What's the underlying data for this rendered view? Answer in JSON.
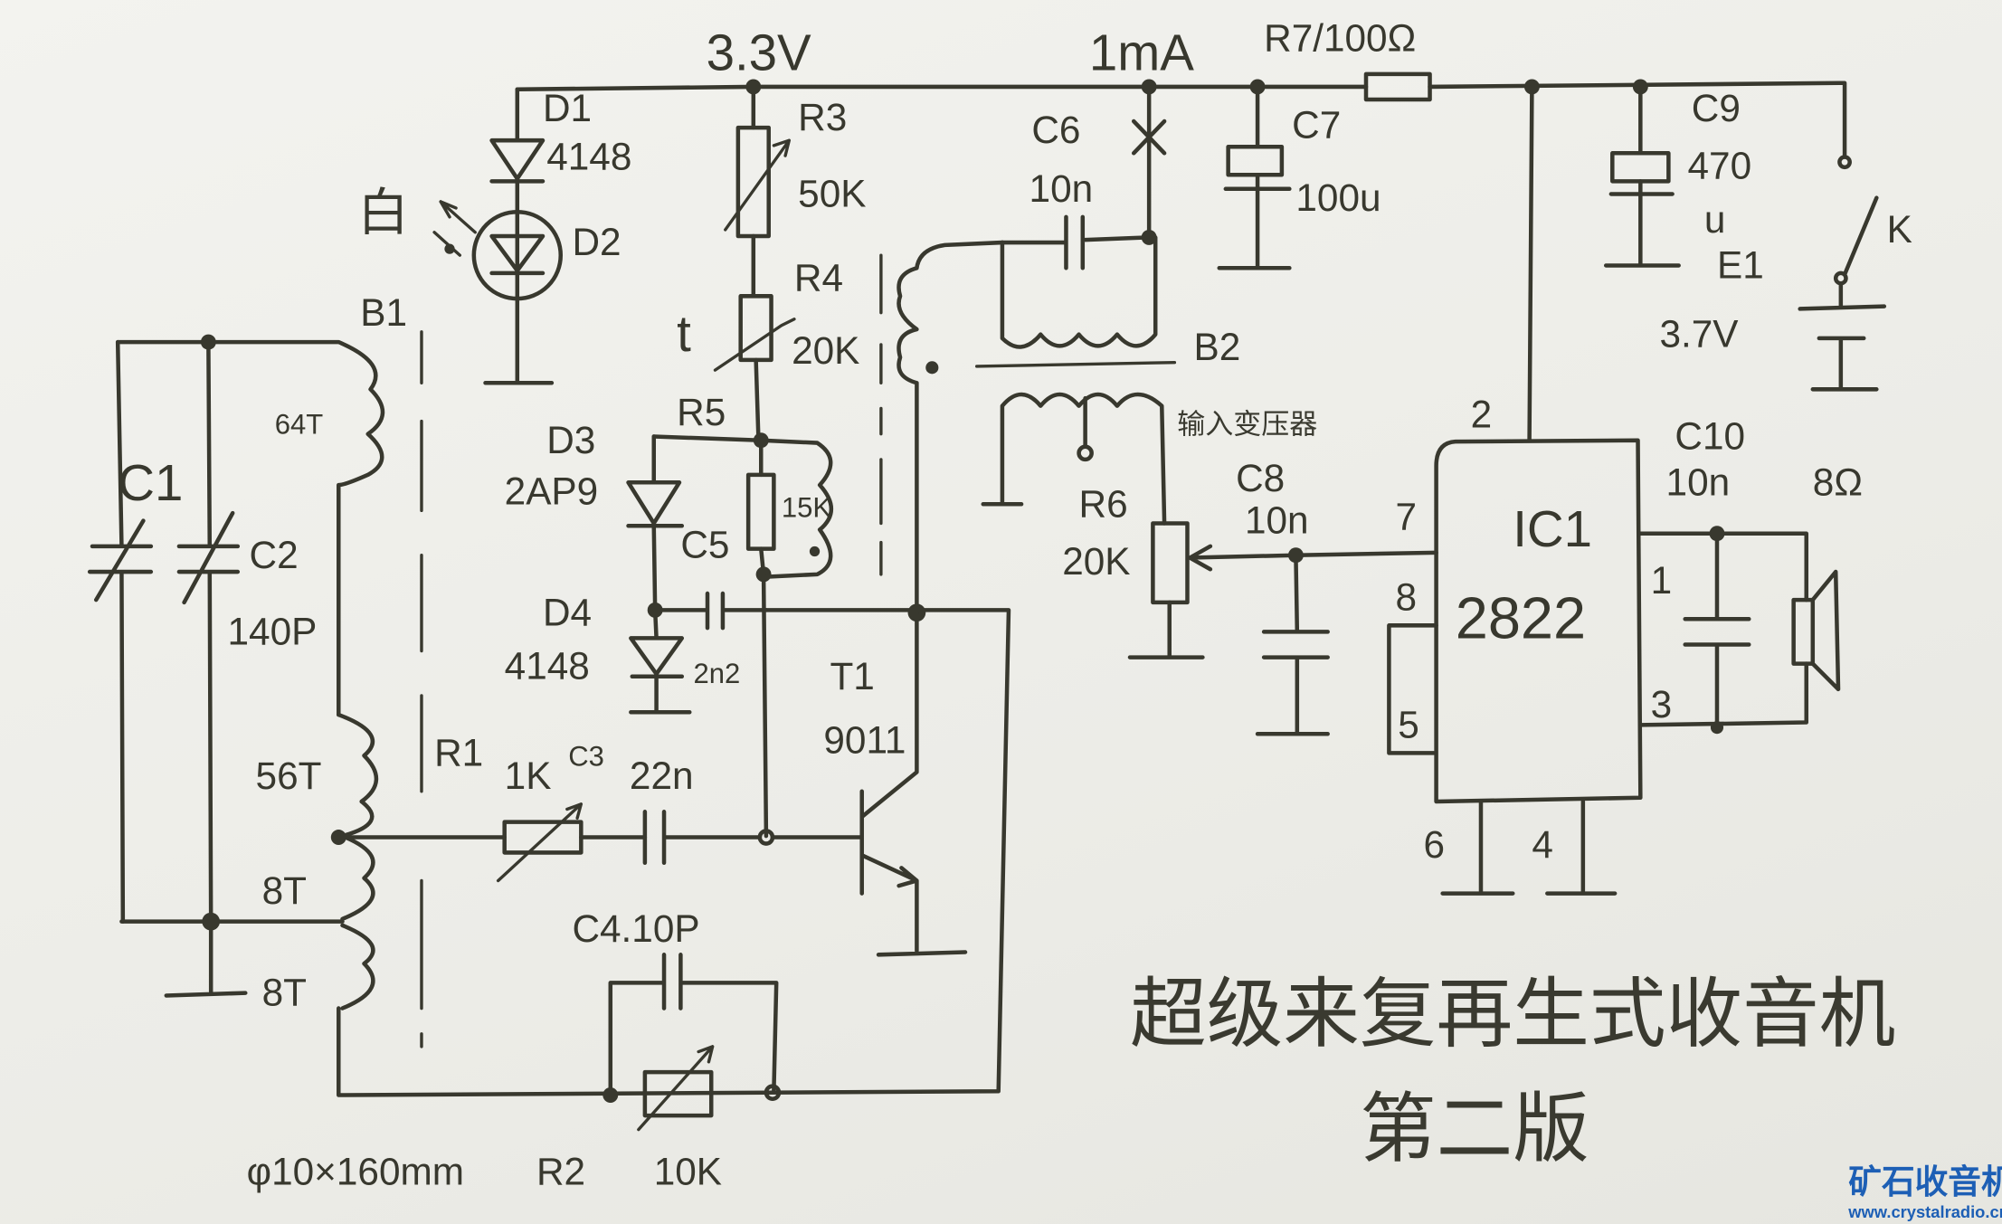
{
  "title": "超级来复再生式收音机",
  "subtitle": "第二版",
  "watermark": {
    "name": "矿石收音机",
    "url": "www.crystalradio.cn",
    "color": "#1d5fb5"
  },
  "ink_color": "#38382e",
  "supply": {
    "voltage": "3.3V",
    "current": "1mA"
  },
  "labels": {
    "r7": "R7/100Ω",
    "d1": "D1",
    "d1_val": "4148",
    "white": "白",
    "d2": "D2",
    "b1": "B1",
    "r3": "R3",
    "r3_val": "50K",
    "t": "t",
    "r4": "R4",
    "r4_val": "20K",
    "r5": "R5",
    "r5_val": "15K",
    "d3": "D3",
    "d3_val": "2AP9",
    "c5": "C5",
    "c5_val": "2n2",
    "d4": "D4",
    "d4_val": "4148",
    "t1": "T1",
    "t1_val": "9011",
    "c1": "C1",
    "c2": "C2",
    "c2_val": "140P",
    "turns_64": "64T",
    "turns_56": "56T",
    "turns_8a": "8T",
    "turns_8b": "8T",
    "r1": "R1",
    "r1_val": "1K",
    "c3": "C3",
    "c3_val": "22n",
    "c4": "C4.10P",
    "rod": "φ10×160mm",
    "r2": "R2",
    "r2_val": "10K",
    "c6": "C6",
    "c6_val": "10n",
    "c7": "C7",
    "c7_val": "100u",
    "c9": "C9",
    "c9_val": "470",
    "c9_unit": "u",
    "e1": "E1",
    "e1_val": "3.7V",
    "k": "K",
    "b2": "B2",
    "b2_desc": "输入变压器",
    "c8": "C8",
    "c8_val": "10n",
    "r6": "R6",
    "r6_val": "20K",
    "ic1": "IC1",
    "ic1_val": "2822",
    "pin2": "2",
    "pin7": "7",
    "pin8": "8",
    "pin5": "5",
    "pin6": "6",
    "pin4": "4",
    "pin1": "1",
    "pin3": "3",
    "c10": "C10",
    "c10_val": "10n",
    "spk": "8Ω"
  }
}
